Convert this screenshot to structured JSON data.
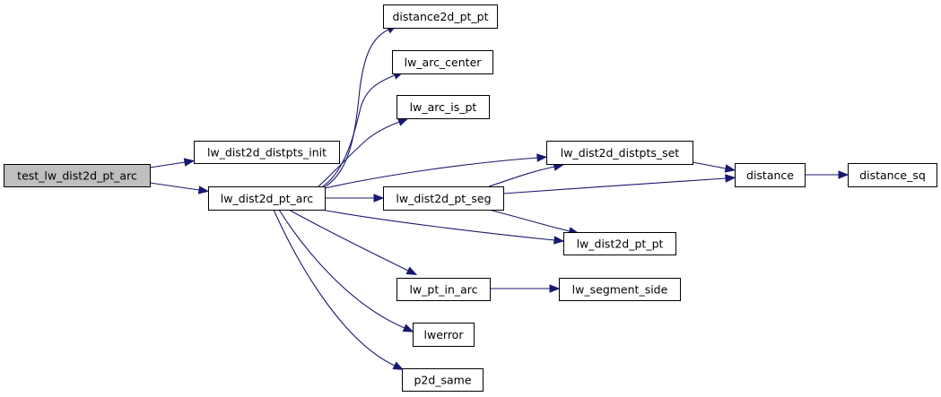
{
  "diagram": {
    "type": "call-graph",
    "colors": {
      "edge": "#191970",
      "root_fill": "#bfbfbf",
      "node_fill": "#ffffff",
      "border": "#000000"
    },
    "nodes": [
      {
        "id": "test_lw_dist2d_pt_arc",
        "label": "test_lw_dist2d_pt_arc",
        "root": true
      },
      {
        "id": "lw_dist2d_distpts_init",
        "label": "lw_dist2d_distpts_init"
      },
      {
        "id": "lw_dist2d_pt_arc",
        "label": "lw_dist2d_pt_arc"
      },
      {
        "id": "distance2d_pt_pt",
        "label": "distance2d_pt_pt"
      },
      {
        "id": "lw_arc_center",
        "label": "lw_arc_center"
      },
      {
        "id": "lw_arc_is_pt",
        "label": "lw_arc_is_pt"
      },
      {
        "id": "lw_dist2d_distpts_set",
        "label": "lw_dist2d_distpts_set"
      },
      {
        "id": "lw_dist2d_pt_seg",
        "label": "lw_dist2d_pt_seg"
      },
      {
        "id": "lw_dist2d_pt_pt",
        "label": "lw_dist2d_pt_pt"
      },
      {
        "id": "lw_pt_in_arc",
        "label": "lw_pt_in_arc"
      },
      {
        "id": "lwerror",
        "label": "lwerror"
      },
      {
        "id": "p2d_same",
        "label": "p2d_same"
      },
      {
        "id": "distance",
        "label": "distance"
      },
      {
        "id": "distance_sq",
        "label": "distance_sq"
      },
      {
        "id": "lw_segment_side",
        "label": "lw_segment_side"
      }
    ],
    "edges": [
      {
        "from": "test_lw_dist2d_pt_arc",
        "to": "lw_dist2d_distpts_init"
      },
      {
        "from": "test_lw_dist2d_pt_arc",
        "to": "lw_dist2d_pt_arc"
      },
      {
        "from": "lw_dist2d_pt_arc",
        "to": "distance2d_pt_pt"
      },
      {
        "from": "lw_dist2d_pt_arc",
        "to": "lw_arc_center"
      },
      {
        "from": "lw_dist2d_pt_arc",
        "to": "lw_arc_is_pt"
      },
      {
        "from": "lw_dist2d_pt_arc",
        "to": "lw_dist2d_distpts_set"
      },
      {
        "from": "lw_dist2d_pt_arc",
        "to": "lw_dist2d_pt_seg"
      },
      {
        "from": "lw_dist2d_pt_arc",
        "to": "lw_dist2d_pt_pt"
      },
      {
        "from": "lw_dist2d_pt_arc",
        "to": "lw_pt_in_arc"
      },
      {
        "from": "lw_dist2d_pt_arc",
        "to": "lwerror"
      },
      {
        "from": "lw_dist2d_pt_arc",
        "to": "p2d_same"
      },
      {
        "from": "lw_dist2d_distpts_set",
        "to": "distance"
      },
      {
        "from": "lw_dist2d_pt_seg",
        "to": "lw_dist2d_distpts_set"
      },
      {
        "from": "lw_dist2d_pt_seg",
        "to": "distance"
      },
      {
        "from": "lw_dist2d_pt_seg",
        "to": "lw_dist2d_pt_pt"
      },
      {
        "from": "distance",
        "to": "distance_sq"
      },
      {
        "from": "lw_pt_in_arc",
        "to": "lw_segment_side"
      }
    ]
  }
}
